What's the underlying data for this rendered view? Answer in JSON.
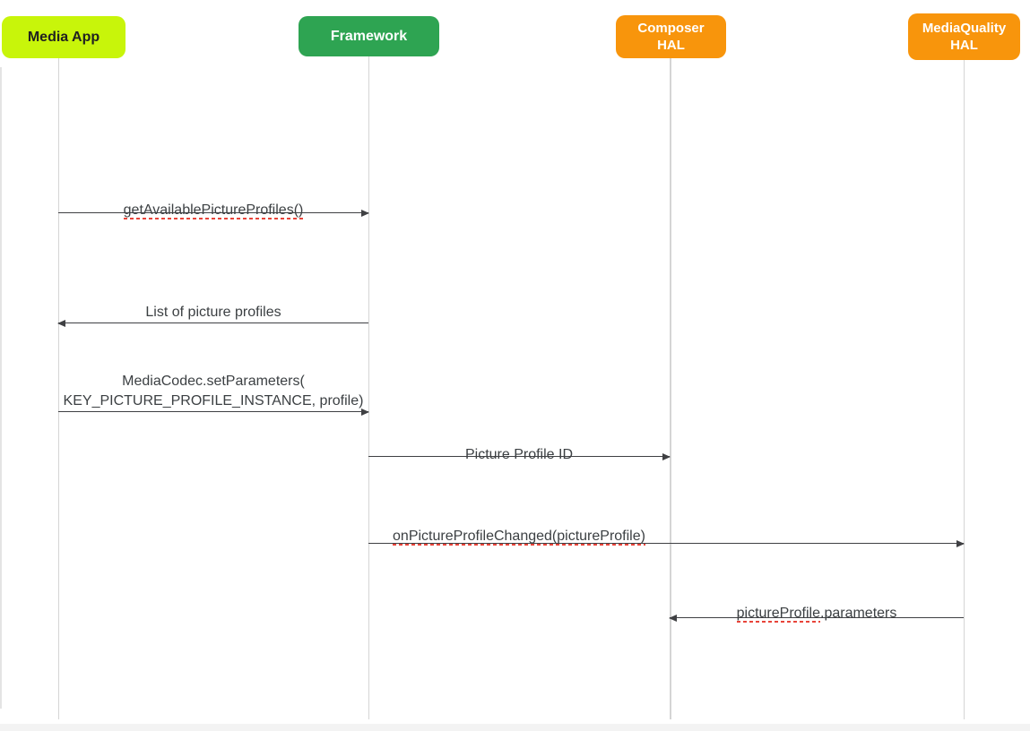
{
  "diagram": {
    "type": "sequence-diagram",
    "actors": [
      {
        "id": "media-app",
        "label": "Media App",
        "color": "#C8F50A",
        "text_color": "#212121"
      },
      {
        "id": "framework",
        "label": "Framework",
        "color": "#2EA452",
        "text_color": "#FFFFFF"
      },
      {
        "id": "composer-hal",
        "label": "Composer\nHAL",
        "color": "#F8950C",
        "text_color": "#FFFFFF"
      },
      {
        "id": "mediaquality-hal",
        "label": "MediaQuality\nHAL",
        "color": "#F8950C",
        "text_color": "#FFFFFF"
      }
    ],
    "messages": [
      {
        "label": "getAvailablePictureProfiles()",
        "from": "Media App",
        "to": "Framework",
        "direction": "right",
        "spellcheck_underline": true
      },
      {
        "label": "List of picture profiles",
        "from": "Framework",
        "to": "Media App",
        "direction": "left",
        "spellcheck_underline": false
      },
      {
        "label": "MediaCodec.setParameters(\nKEY_PICTURE_PROFILE_INSTANCE, profile)",
        "from": "Media App",
        "to": "Framework",
        "direction": "right",
        "spellcheck_underline": false
      },
      {
        "label": "Picture Profile ID",
        "from": "Framework",
        "to": "Composer HAL",
        "direction": "right",
        "spellcheck_underline": false
      },
      {
        "label": "onPictureProfileChanged(pictureProfile)",
        "from": "Framework",
        "to": "MediaQuality HAL",
        "direction": "right",
        "spellcheck_underline": true
      },
      {
        "label_parts": {
          "misspelled": "pictureProfile",
          "normal": ".parameters"
        },
        "from": "MediaQuality HAL",
        "to": "Composer HAL",
        "direction": "left",
        "spellcheck_underline": "partial"
      }
    ],
    "colors": {
      "media_app_box": "#C8F50A",
      "framework_box": "#2EA452",
      "hal_box": "#F8950C",
      "message_text": "#3C4043",
      "arrow": "#3F4043",
      "lifeline": "#D5D5D5",
      "spellcheck_underline": "#E8443A",
      "background": "#FFFFFF"
    }
  }
}
